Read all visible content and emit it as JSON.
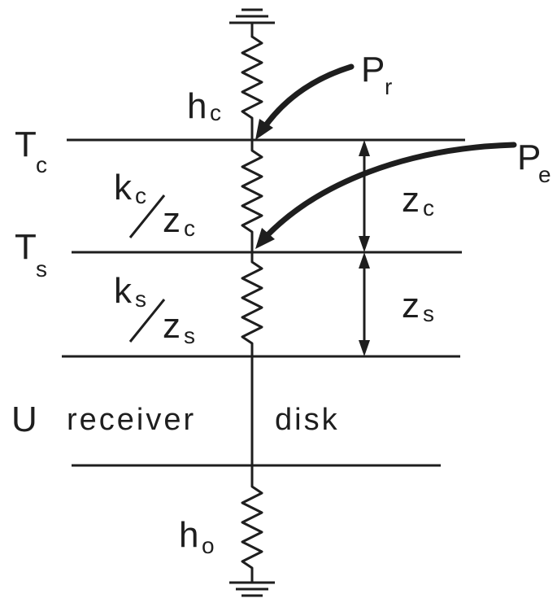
{
  "symbols": {
    "Tc": {
      "main": "T",
      "sub": "c"
    },
    "Ts": {
      "main": "T",
      "sub": "s"
    },
    "hc": {
      "main": "h",
      "sub": "c"
    },
    "ho": {
      "main": "h",
      "sub": "o"
    },
    "Pr": {
      "main": "P",
      "sub": "r"
    },
    "Pe": {
      "main": "P",
      "sub": "e"
    },
    "zc": {
      "main": "z",
      "sub": "c"
    },
    "zs": {
      "main": "z",
      "sub": "s"
    },
    "kc_over_zc": {
      "num": "k",
      "num_sub": "c",
      "slash": "/",
      "den": "z",
      "den_sub": "c"
    },
    "ks_over_zs": {
      "num": "k",
      "num_sub": "s",
      "slash": "/",
      "den": "z",
      "den_sub": "s"
    },
    "U": "U"
  },
  "labels": {
    "receiver": "receiver",
    "disk": "disk"
  }
}
